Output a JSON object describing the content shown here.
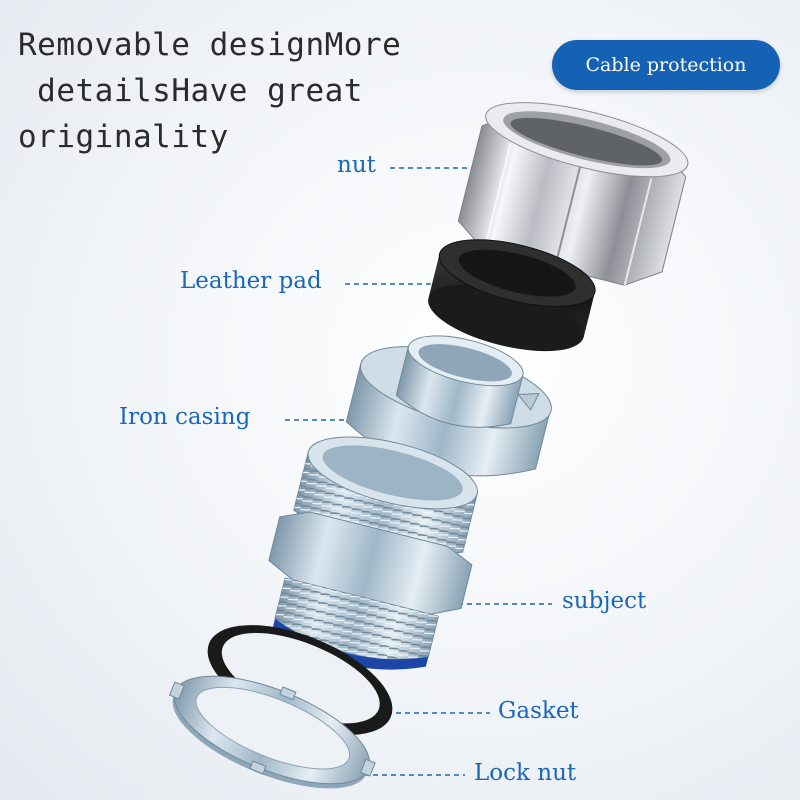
{
  "headline": "Removable designMore\n detailsHave great\noriginality",
  "badge": {
    "text": "Cable protection"
  },
  "parts": [
    {
      "label": "nut"
    },
    {
      "label": "Leather pad"
    },
    {
      "label": "Iron casing"
    },
    {
      "label": "subject"
    },
    {
      "label": "Gasket"
    },
    {
      "label": "Lock nut"
    }
  ],
  "colors": {
    "label": "#1a67b8",
    "badge_bg": "#1561b3",
    "badge_text": "#ffffff",
    "headline": "#2b2b2b",
    "chrome": "#c9ccd1",
    "steel": "#a9c2d3",
    "rubber": "#1e1e1e",
    "seal": "#1c47a6"
  }
}
